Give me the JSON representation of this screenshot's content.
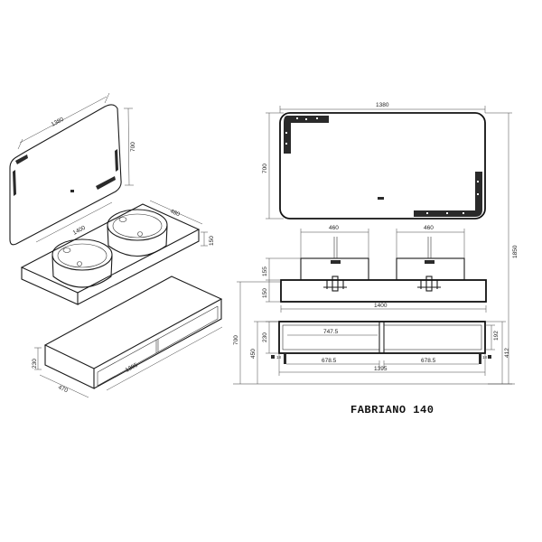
{
  "title": "FABRIANO 140",
  "iso": {
    "mirror_width": "1380",
    "mirror_height": "700",
    "basin_top_width": "1400",
    "basin_top_depth": "480",
    "basin_top_height": "150",
    "cabinet_width": "1395",
    "cabinet_depth": "470",
    "cabinet_height": "230"
  },
  "front": {
    "mirror_width": "1380",
    "mirror_height": "700",
    "total_height": "1850",
    "basin_left_width": "460",
    "basin_right_width": "460",
    "basin_height": "155",
    "top_thickness": "150",
    "top_width": "1400",
    "cabinet_zone_height": "700",
    "drawer_height": "230",
    "drawer_inner_width": "747.5",
    "drawer_inner_height": "192",
    "cabinet_total_height": "450",
    "cabinet_side_height": "412",
    "left_offset": "18",
    "right_offset": "18",
    "left_drawer_width": "678.5",
    "right_drawer_width": "678.5",
    "cabinet_width": "1395"
  }
}
